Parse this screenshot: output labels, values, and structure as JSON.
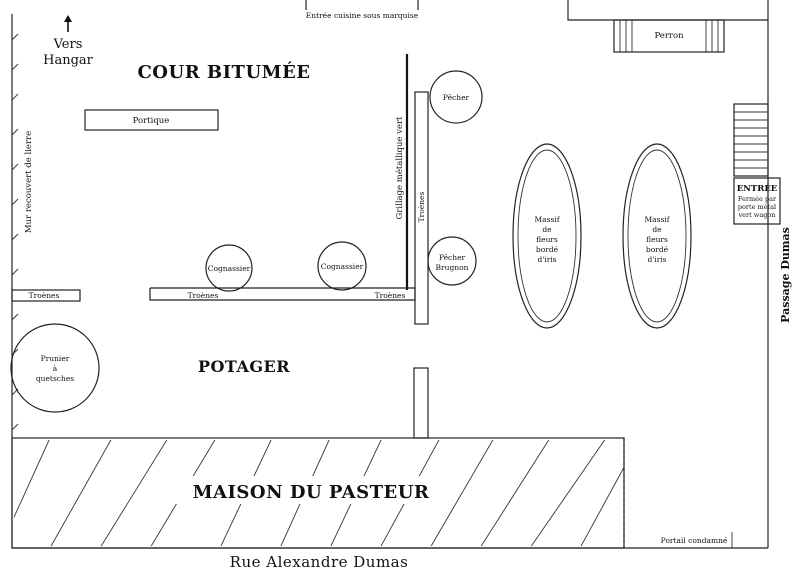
{
  "labels": {
    "kitchen_entrance": "Entrée cuisine sous marquise",
    "to_hangar_line1": "Vers",
    "to_hangar_line2": "Hangar",
    "paved_yard": "COUR BITUMÉE",
    "porch": "Perron",
    "portico": "Portique",
    "peach_tree": "Pêcher",
    "metal_fence": "Grillage métallique vert",
    "privets_vertical": "Troènes",
    "left_wall": "Mur recouvert de lierre",
    "quince_tree_1": "Cognassier",
    "quince_tree_2": "Cognassier",
    "brugnon_peach_line1": "Pêcher",
    "brugnon_peach_line2": "Brugnon",
    "flowerbed_1": [
      "Massif",
      "de",
      "fleurs",
      "bordé",
      "d'iris"
    ],
    "flowerbed_2": [
      "Massif",
      "de",
      "fleurs",
      "bordé",
      "d'iris"
    ],
    "entrance_title": "ENTRÉE",
    "entrance_note": [
      "Fermée par",
      "porte métal",
      "vert wagon"
    ],
    "passage": "Passage Dumas",
    "privets_left": "Troènes",
    "privets_mid": "Troènes",
    "privets_right": "Troènes",
    "plum_tree": [
      "Prunier",
      "à",
      "quetsches"
    ],
    "vegetable_garden": "POTAGER",
    "pastor_house": "MAISON DU PASTEUR",
    "condemned_gate": "Portail condamné",
    "street": "Rue Alexandre Dumas"
  },
  "icons": {
    "north_arrow": "arrow-up-icon"
  }
}
